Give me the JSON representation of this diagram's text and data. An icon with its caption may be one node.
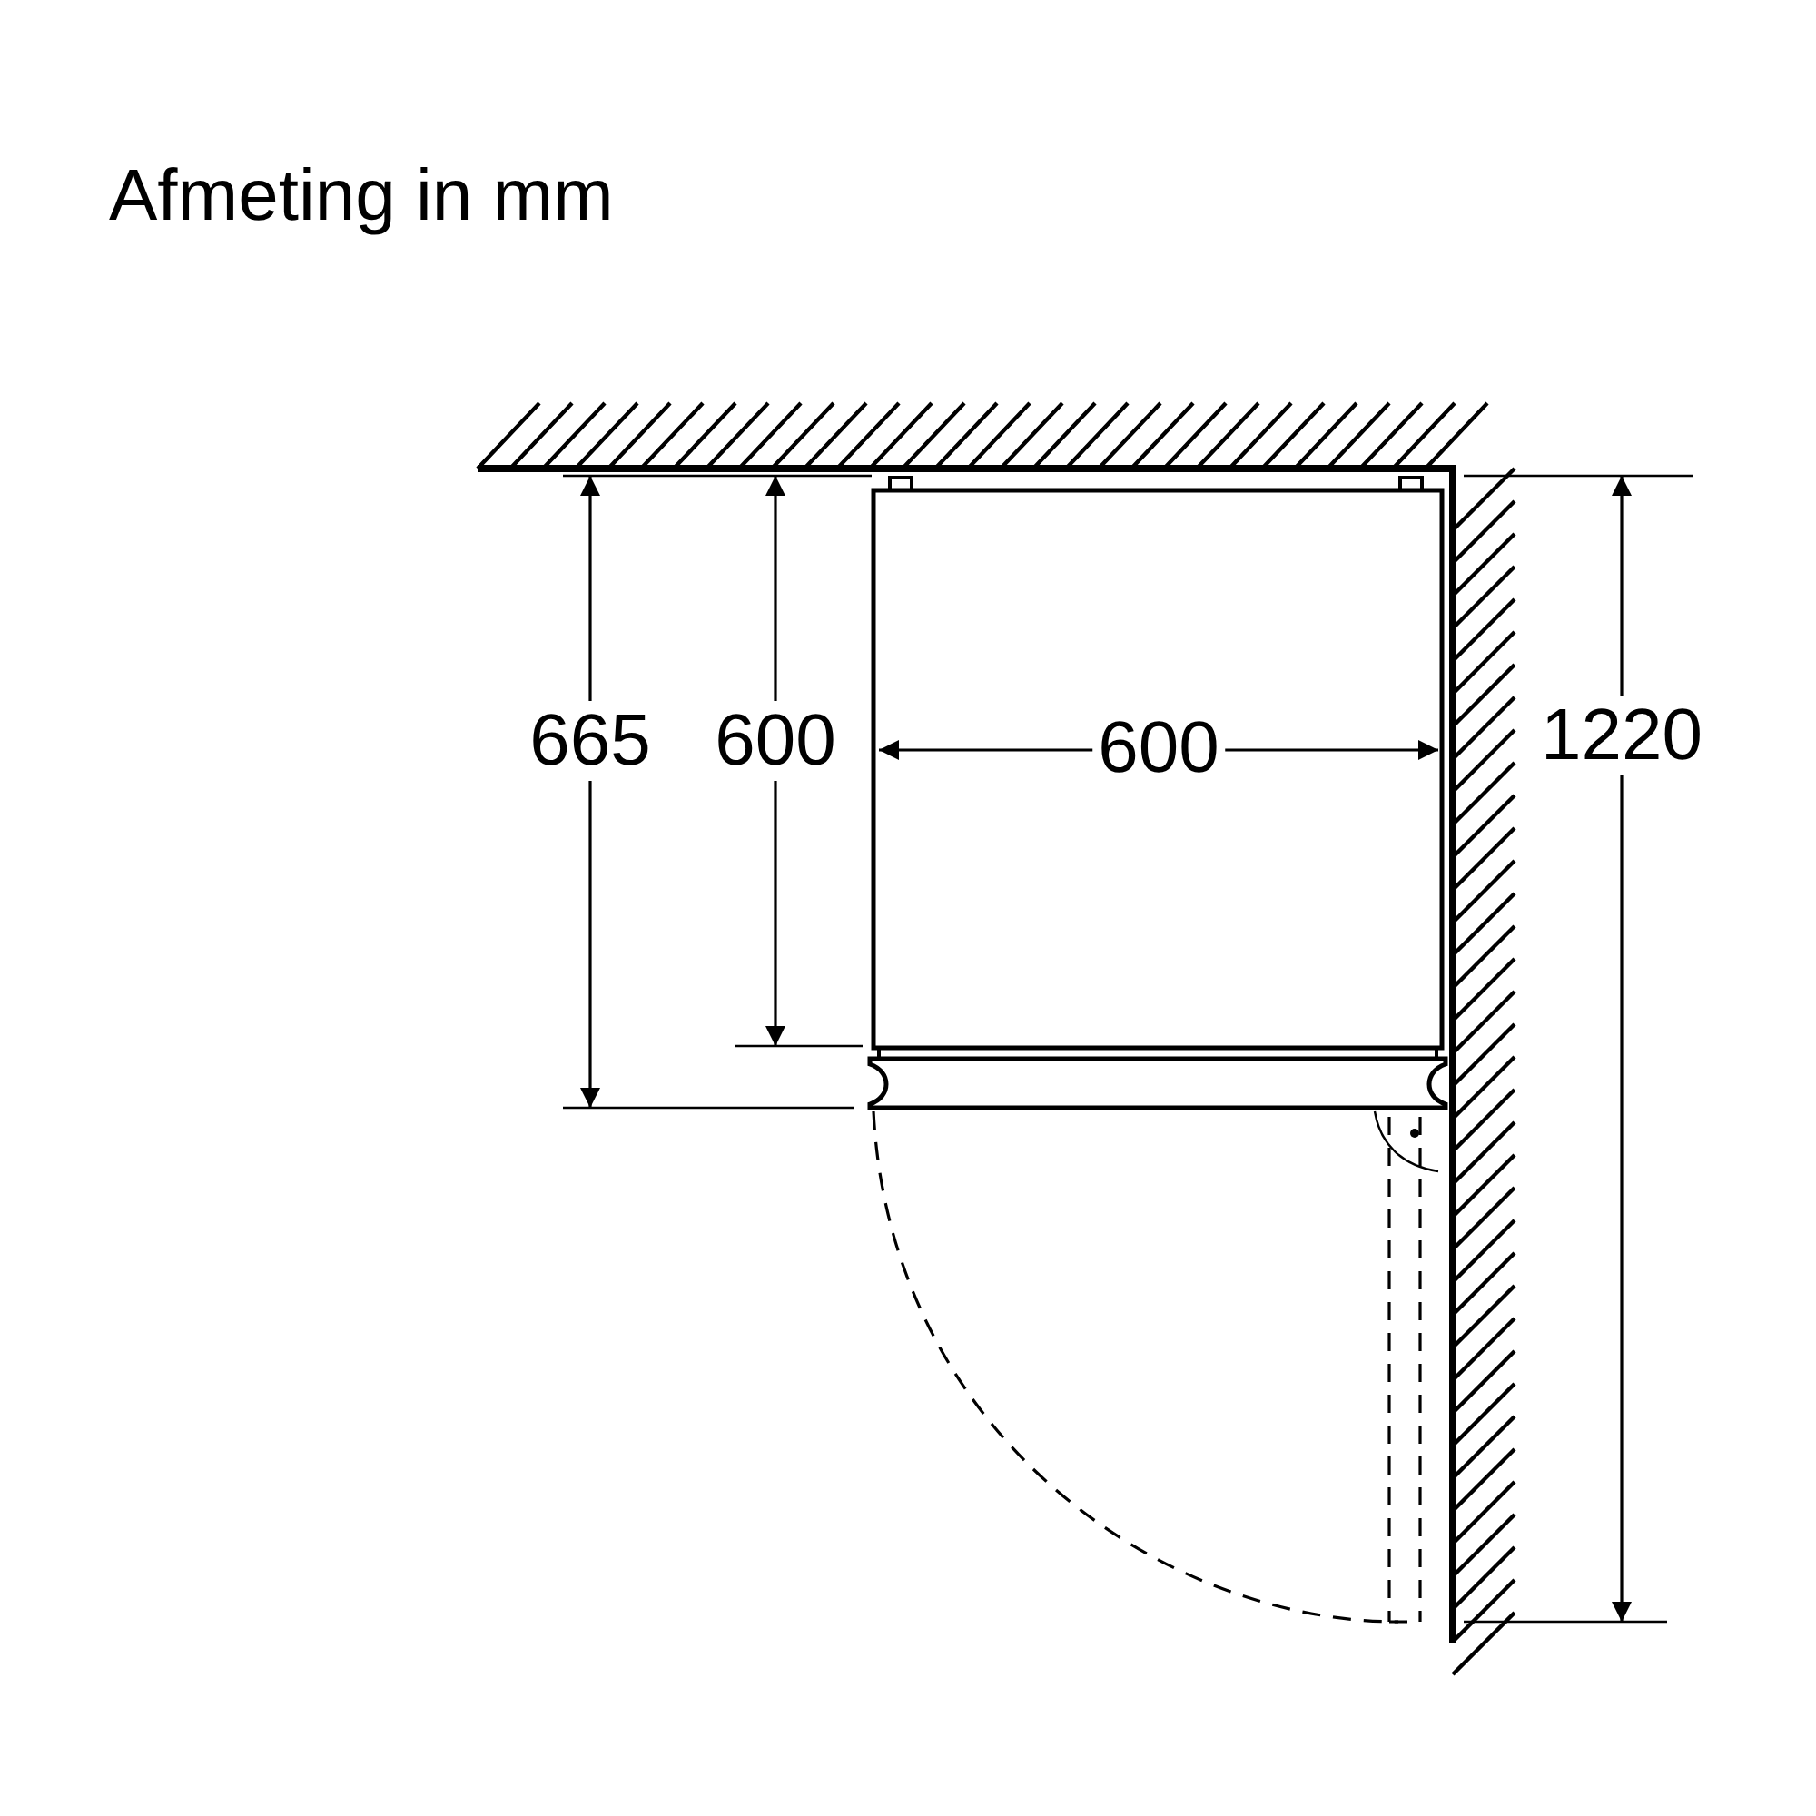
{
  "diagram": {
    "title": "Afmeting in mm",
    "labels": [
      "665",
      "600",
      "600",
      "1220"
    ]
  }
}
